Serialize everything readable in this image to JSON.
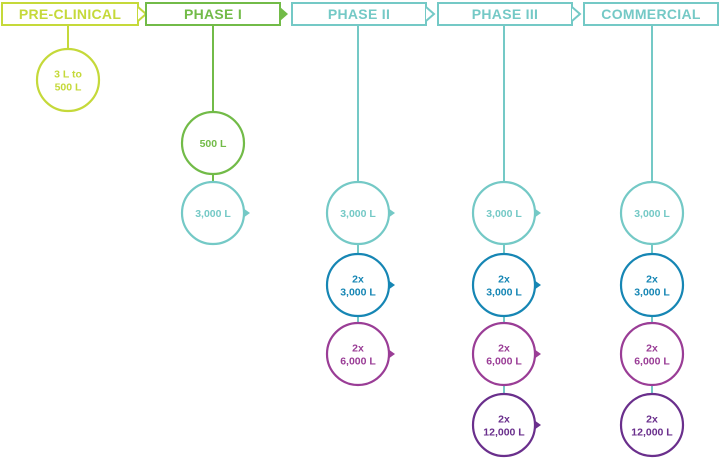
{
  "colors": {
    "lime": "#c5d93a",
    "green": "#72bb48",
    "teal": "#74c9c6",
    "blue": "#1686b4",
    "purple": "#9a3d96",
    "violet": "#6a2f8c"
  },
  "phases": [
    {
      "label": "PRE-CLINICAL",
      "color": "#c5d93a",
      "arrow": "outline"
    },
    {
      "label": "PHASE I",
      "color": "#72bb48",
      "arrow": "filled"
    },
    {
      "label": "PHASE II",
      "color": "#74c9c6",
      "arrow": "outline"
    },
    {
      "label": "PHASE III",
      "color": "#74c9c6",
      "arrow": "outline"
    },
    {
      "label": "COMMERCIAL",
      "color": "#74c9c6",
      "arrow": "none"
    }
  ],
  "nodes": [
    {
      "phase": 0,
      "lines": [
        "3 L to",
        "500 L"
      ],
      "color": "#c5d93a",
      "arrow": false
    },
    {
      "phase": 1,
      "lines": [
        "500 L"
      ],
      "color": "#72bb48",
      "arrow": false
    },
    {
      "phase": 1,
      "lines": [
        "3,000 L"
      ],
      "color": "#74c9c6",
      "arrow": true
    },
    {
      "phase": 2,
      "lines": [
        "3,000 L"
      ],
      "color": "#74c9c6",
      "arrow": true
    },
    {
      "phase": 2,
      "lines": [
        "2x",
        "3,000 L"
      ],
      "color": "#1686b4",
      "arrow": true
    },
    {
      "phase": 2,
      "lines": [
        "2x",
        "6,000 L"
      ],
      "color": "#9a3d96",
      "arrow": true
    },
    {
      "phase": 3,
      "lines": [
        "3,000 L"
      ],
      "color": "#74c9c6",
      "arrow": true
    },
    {
      "phase": 3,
      "lines": [
        "2x",
        "3,000 L"
      ],
      "color": "#1686b4",
      "arrow": true
    },
    {
      "phase": 3,
      "lines": [
        "2x",
        "6,000 L"
      ],
      "color": "#9a3d96",
      "arrow": true
    },
    {
      "phase": 3,
      "lines": [
        "2x",
        "12,000 L"
      ],
      "color": "#6a2f8c",
      "arrow": true
    },
    {
      "phase": 4,
      "lines": [
        "3,000 L"
      ],
      "color": "#74c9c6",
      "arrow": false
    },
    {
      "phase": 4,
      "lines": [
        "2x",
        "3,000 L"
      ],
      "color": "#1686b4",
      "arrow": false
    },
    {
      "phase": 4,
      "lines": [
        "2x",
        "6,000 L"
      ],
      "color": "#9a3d96",
      "arrow": false
    },
    {
      "phase": 4,
      "lines": [
        "2x",
        "12,000 L"
      ],
      "color": "#6a2f8c",
      "arrow": false
    }
  ]
}
